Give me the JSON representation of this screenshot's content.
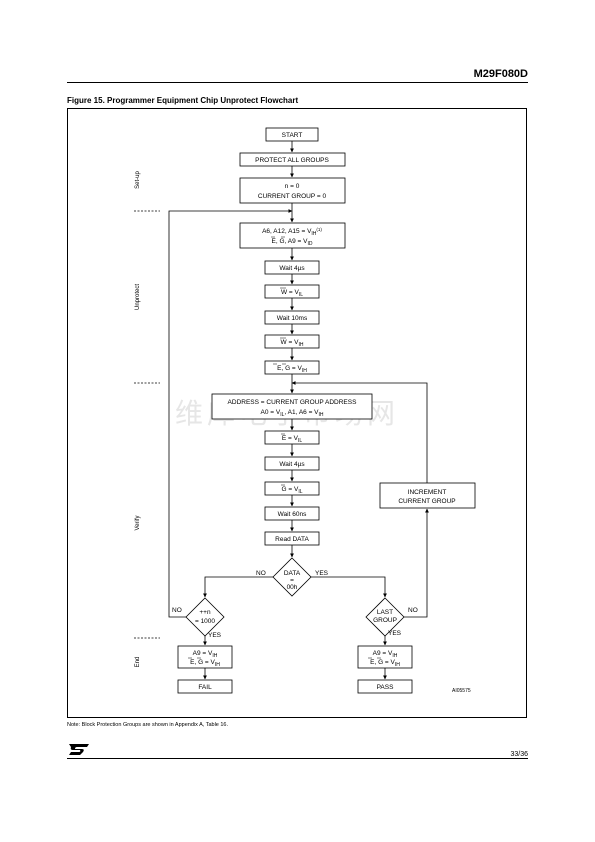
{
  "header": {
    "part_number": "M29F080D"
  },
  "figure": {
    "title": "Figure 15. Programmer Equipment Chip Unprotect Flowchart",
    "code": "AI05575"
  },
  "watermark": "维库电子市场网",
  "phases": {
    "setup": "Set-up",
    "unprotect": "Unprotect",
    "verify": "Verify",
    "end": "End"
  },
  "flow": {
    "start": "START",
    "protect_all": "PROTECT ALL GROUPS",
    "init_n": "n = 0",
    "init_group": "CURRENT GROUP = 0",
    "addr_pins": {
      "main": "A6, A12, A15 = V",
      "sub": "IH",
      "sup": "(1)"
    },
    "ctrl_pins": {
      "main": "E, G, A9 = V",
      "sub": "ID"
    },
    "wait1": "Wait 4µs",
    "w_low": {
      "main": "W = V",
      "sub": "IL"
    },
    "wait2": "Wait 10ms",
    "w_high": {
      "main": "W = V",
      "sub": "IH"
    },
    "eg_high": {
      "main": "E, G = V",
      "sub": "IH"
    },
    "address_line1": "ADDRESS = CURRENT GROUP ADDRESS",
    "address_line2": {
      "main": "A0 = V",
      "sub1": "IL",
      "mid": ", A1, A6 = V",
      "sub2": "IH"
    },
    "e_low": {
      "main": "E = V",
      "sub": "IL"
    },
    "wait3": "Wait 4µs",
    "g_low": {
      "main": "G = V",
      "sub": "IL"
    },
    "wait4": "Wait 60ns",
    "read": "Read DATA",
    "data_decision": {
      "l1": "DATA",
      "l2": "=",
      "l3": "00h"
    },
    "n_decision": {
      "l1": "++n",
      "l2": "= 1000"
    },
    "last_decision": {
      "l1": "LAST",
      "l2": "GROUP"
    },
    "increment_l1": "INCREMENT",
    "increment_l2": "CURRENT GROUP",
    "no": "NO",
    "yes": "YES",
    "end_a9": {
      "main": "A9 = V",
      "sub": "IH"
    },
    "end_eg": {
      "main": "E, G = V",
      "sub": "IH"
    },
    "fail": "FAIL",
    "pass": "PASS"
  },
  "note": "Note: Block Protection Groups are shown in Appendix A, Table 16.",
  "footer": {
    "page": "33/36",
    "logo": "ST"
  }
}
